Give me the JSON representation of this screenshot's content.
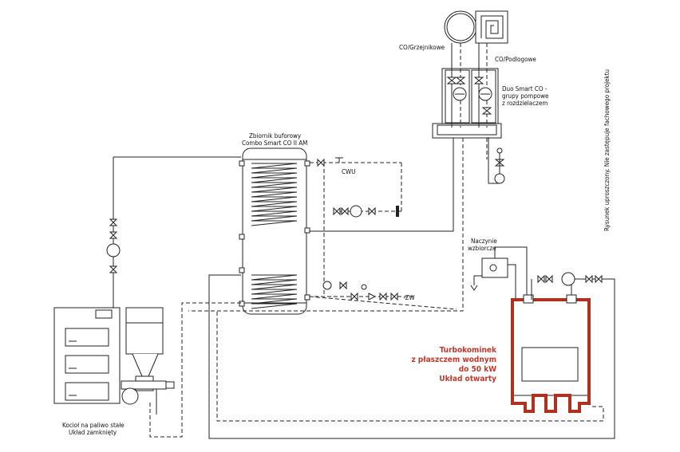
{
  "labels": {
    "co_radiators": "CO/Grzejnikowe",
    "co_floor": "CO/Podlogowe",
    "pump_groups": [
      "Duo Smart CO -",
      "grupy pompowe",
      "z rozdzielaczem"
    ],
    "buffer_tank": [
      "Zbiornik buforowy",
      "Combo Smart CO II AM"
    ],
    "cwu": "CWU",
    "zw": "-ZW",
    "expansion_vessel": [
      "Naczynie",
      "wzbiorcze"
    ],
    "fireplace": [
      "Turbokominek",
      "z płaszczem wodnym",
      "do 50 kW",
      "Układ otwarty"
    ],
    "boiler": [
      "Kocioł na paliwo stałe",
      "Układ zamknięty"
    ],
    "disclaimer": "Rysunek uproszczony. Nie zastępuje fachowego projektu"
  },
  "colors": {
    "line": "#222222",
    "fireplace_accent": "#b03020",
    "fireplace_text": "#c0392b"
  }
}
